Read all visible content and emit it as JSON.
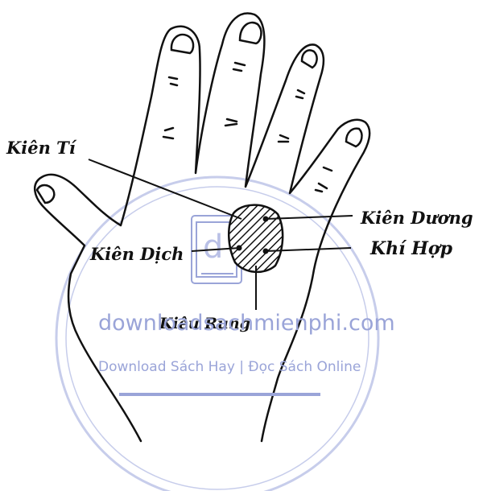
{
  "labels": {
    "kien_ti": "Kiên Tí",
    "kien_duong": "Kiên Dương",
    "kien_dich": "Kiên Dịch",
    "khi_hop": "Khí Hợp",
    "kieu_rung": "Kiêu Rung"
  },
  "watermark": {
    "site": "downloadsachmienphi.com",
    "tagline": "Download Sách Hay | Đọc Sách Online"
  },
  "colors": {
    "ink": "#111111",
    "watermark": "#9aa4d8"
  }
}
